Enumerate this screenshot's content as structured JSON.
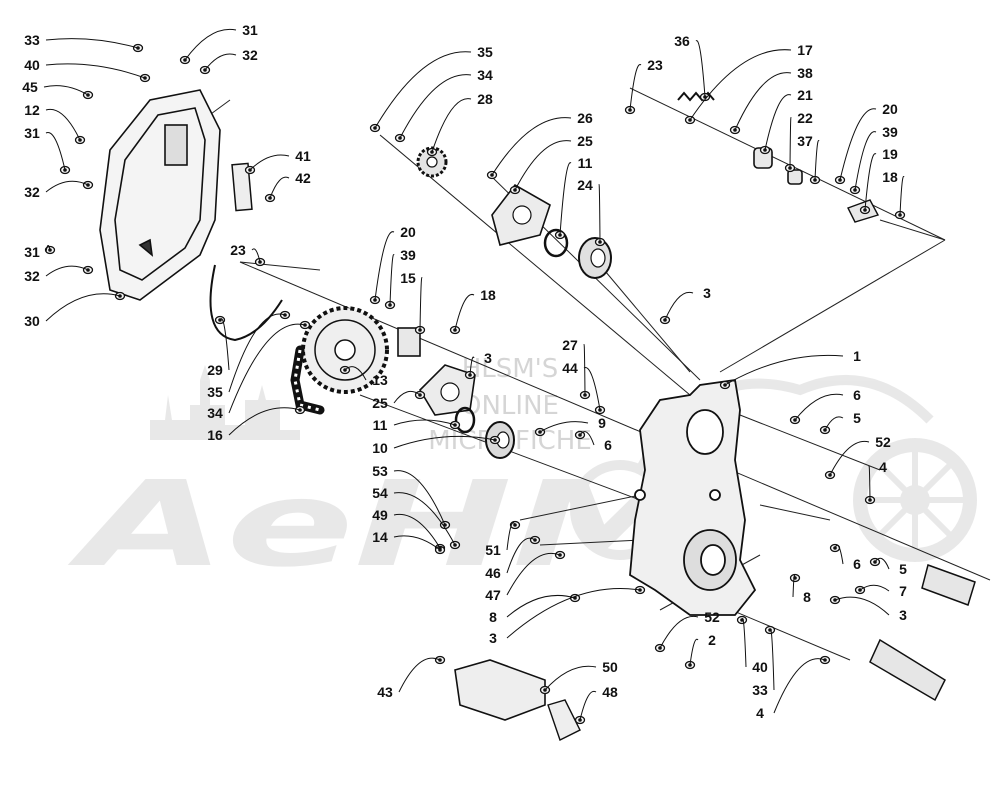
{
  "diagram": {
    "watermark": {
      "brand": "AeHM",
      "lines": [
        "HLSM'S",
        "ONLINE",
        "MICROFICHE"
      ]
    },
    "callouts": [
      "33",
      "31",
      "32",
      "40",
      "45",
      "12",
      "31",
      "32",
      "41",
      "42",
      "31",
      "32",
      "30",
      "23",
      "29",
      "35",
      "34",
      "16",
      "20",
      "39",
      "15",
      "13",
      "25",
      "11",
      "10",
      "18",
      "3",
      "27",
      "44",
      "9",
      "6",
      "53",
      "54",
      "49",
      "14",
      "51",
      "46",
      "47",
      "8",
      "3",
      "43",
      "50",
      "48",
      "35",
      "34",
      "28",
      "26",
      "25",
      "11",
      "24",
      "36",
      "23",
      "17",
      "38",
      "21",
      "22",
      "37",
      "20",
      "39",
      "19",
      "18",
      "3",
      "1",
      "6",
      "5",
      "52",
      "4",
      "6",
      "5",
      "8",
      "7",
      "3",
      "52",
      "2",
      "40",
      "33",
      "4"
    ]
  }
}
